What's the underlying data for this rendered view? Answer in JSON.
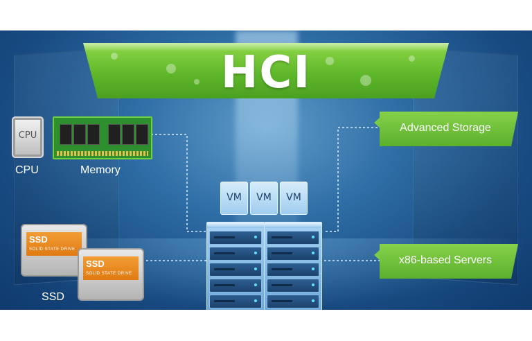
{
  "title": "HCI",
  "components": {
    "cpu_chip_text": "CPU",
    "cpu_label": "CPU",
    "memory_label": "Memory",
    "ssd_label": "SSD",
    "ssd_brand": "SSD",
    "ssd_caption": "SOLID STATE DRIVE"
  },
  "vms": [
    "VM",
    "VM",
    "VM"
  ],
  "callouts": {
    "storage": "Advanced Storage",
    "servers": "x86-based Servers"
  },
  "colors": {
    "accent_green": "#6cc23a",
    "background_blue": "#1d5a93",
    "ssd_orange": "#f08c22"
  },
  "icons": [
    "cpu-chip-icon",
    "memory-module-icon",
    "ssd-drive-icon",
    "server-rack-icon",
    "vm-box-icon"
  ]
}
